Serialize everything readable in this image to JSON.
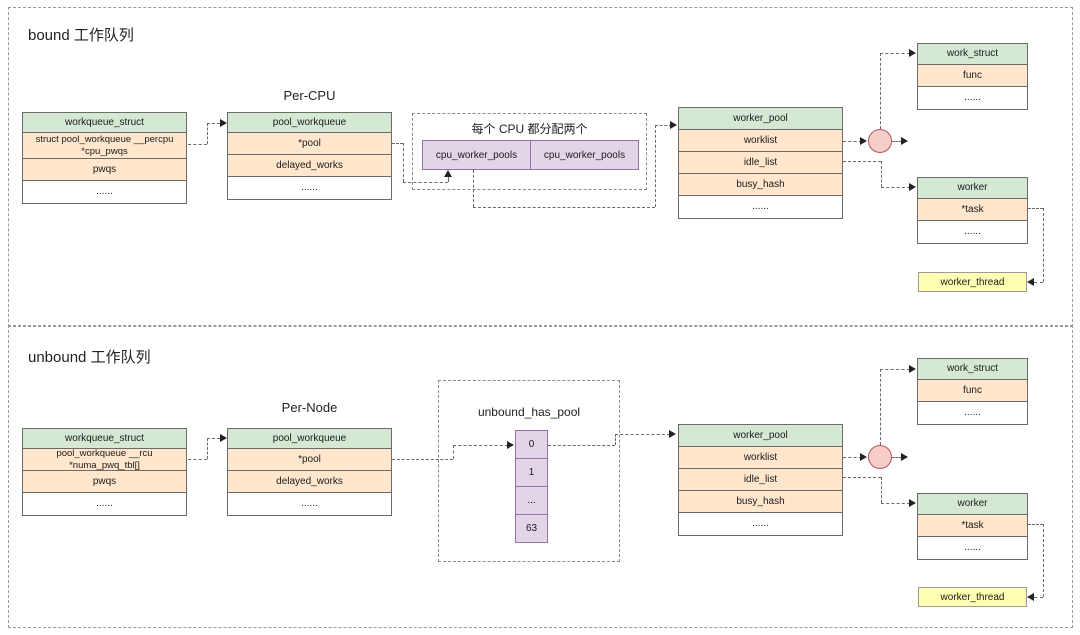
{
  "bound": {
    "title": "bound 工作队列",
    "per_cpu_label": "Per-CPU",
    "workqueue_struct": {
      "rows": [
        "workqueue_struct",
        "struct pool_workqueue __percpu *cpu_pwqs",
        "pwqs",
        "......"
      ]
    },
    "pool_workqueue": {
      "rows": [
        "pool_workqueue",
        "*pool",
        "delayed_works",
        "......"
      ]
    },
    "cpu_pools": {
      "label": "每个 CPU 都分配两个",
      "cells": [
        "cpu_worker_pools",
        "cpu_worker_pools"
      ]
    },
    "worker_pool": {
      "rows": [
        "worker_pool",
        "worklist",
        "idle_list",
        "busy_hash",
        "......"
      ]
    },
    "work_struct": {
      "rows": [
        "work_struct",
        "func",
        "......"
      ]
    },
    "worker": {
      "rows": [
        "worker",
        "*task",
        "......"
      ]
    },
    "worker_thread_label": "worker_thread"
  },
  "unbound": {
    "title": "unbound 工作队列",
    "per_node_label": "Per-Node",
    "workqueue_struct": {
      "rows": [
        "workqueue_struct",
        "pool_workqueue __rcu *numa_pwq_tbl[]",
        "pwqs",
        "......"
      ]
    },
    "pool_workqueue": {
      "rows": [
        "pool_workqueue",
        "*pool",
        "delayed_works",
        "......"
      ]
    },
    "hash_pool": {
      "label": "unbound_has_pool",
      "cells": [
        "0",
        "1",
        "...",
        "63"
      ]
    },
    "worker_pool": {
      "rows": [
        "worker_pool",
        "worklist",
        "idle_list",
        "busy_hash",
        "......"
      ]
    },
    "work_struct": {
      "rows": [
        "work_struct",
        "func",
        "......"
      ]
    },
    "worker": {
      "rows": [
        "worker",
        "*task",
        "......"
      ]
    },
    "worker_thread_label": "worker_thread"
  },
  "colors": {
    "struct_header_green": "#d5e8d4",
    "field_row_orange": "#ffe6cc",
    "pool_cell_purple": "#e1d5e7",
    "node_circle_pink": "#f8cecc",
    "thread_box_yellow": "#ffffb3"
  }
}
